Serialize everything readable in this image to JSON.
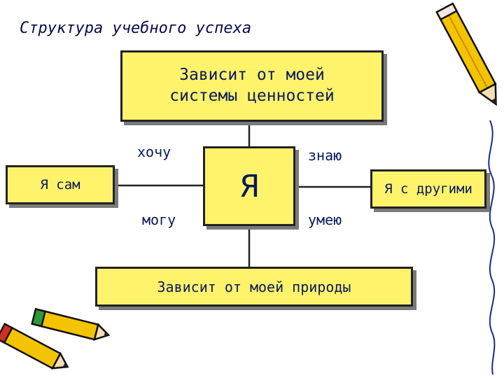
{
  "title": "Структура учебного успеха",
  "boxes": {
    "top": [
      "Зависит от моей",
      "системы ценностей"
    ],
    "bottom": "Зависит от моей природы",
    "center": "Я",
    "left": "Я сам",
    "right": "Я с другими"
  },
  "labels": {
    "want": "хочу",
    "know": "знаю",
    "can": "могу",
    "able": "умею"
  },
  "colors": {
    "box_fill": "#fff36b",
    "text": "#0a1a5c",
    "shadow": "#7a7a7a"
  },
  "icons": [
    "pencil-icon",
    "pencil-icon",
    "pencil-icon"
  ]
}
